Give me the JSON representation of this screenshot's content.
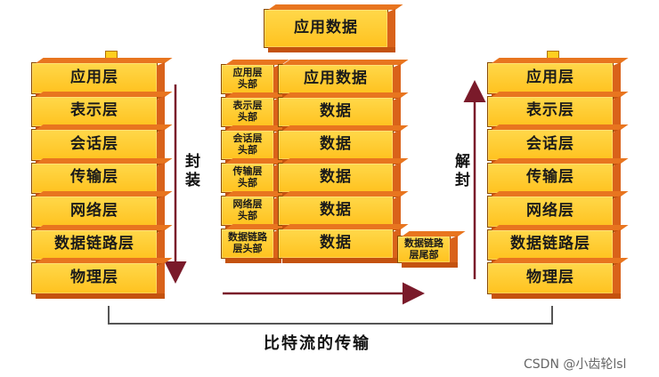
{
  "sender_stack": [
    "应用层",
    "表示层",
    "会话层",
    "传输层",
    "网络层",
    "数据链路层",
    "物理层"
  ],
  "receiver_stack": [
    "应用层",
    "表示层",
    "会话层",
    "传输层",
    "网络层",
    "数据链路层",
    "物理层"
  ],
  "encapsulation": {
    "top_block": "应用数据",
    "headers": [
      "应用层\n头部",
      "表示层\n头部",
      "会话层\n头部",
      "传输层\n头部",
      "网络层\n头部",
      "数据链路\n层头部"
    ],
    "payloads": [
      "应用数据",
      "数据",
      "数据",
      "数据",
      "数据",
      "数据"
    ],
    "trailer": "数据链路\n层尾部"
  },
  "labels": {
    "encapsulate": "封装",
    "decapsulate": "解封",
    "bitstream": "比特流的传输"
  },
  "watermark": "CSDN @小齿轮lsl",
  "colors": {
    "brick_face": "#ffc21f",
    "brick_side": "#d9621a",
    "arrow": "#7a1a2a"
  }
}
